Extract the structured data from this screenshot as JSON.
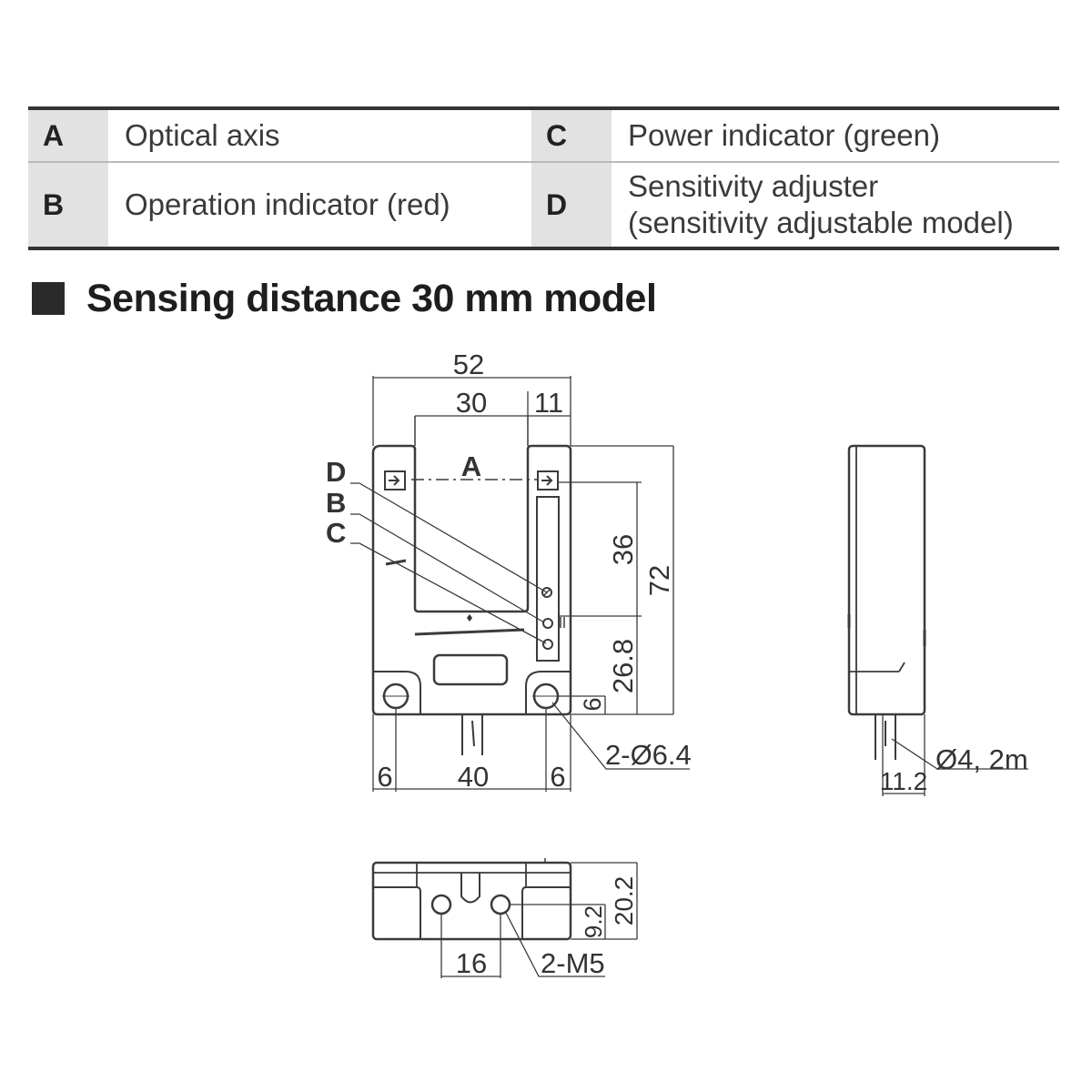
{
  "legend": {
    "rows": [
      {
        "key1": "A",
        "desc1": "Optical axis",
        "key2": "C",
        "desc2": "Power indicator (green)"
      },
      {
        "key1": "B",
        "desc1": "Operation indicator (red)",
        "key2": "D",
        "desc2_line1": "Sensitivity adjuster",
        "desc2_line2": "(sensitivity adjustable model)"
      }
    ]
  },
  "section_title": "Sensing distance 30 mm model",
  "front_view": {
    "dim_overall_width": "52",
    "dim_slot_width": "30",
    "dim_arm_width": "11",
    "dim_overall_height": "72",
    "dim_upper_height": "36",
    "dim_lower_height": "26.8",
    "dim_hole_from_bottom": "6",
    "dim_hole_spacing": "40",
    "dim_left_margin": "6",
    "dim_right_margin": "6",
    "hole_callout": "2-Ø6.4",
    "label_optical_axis": "A",
    "label_sensitivity_adjuster": "D",
    "label_operation_indicator": "B",
    "label_power_indicator": "C"
  },
  "side_view": {
    "cable_callout": "Ø4, 2m",
    "dim_cable_offset": "11.2"
  },
  "bottom_view": {
    "dim_total_height": "20.2",
    "dim_hole_height": "9.2",
    "dim_hole_spacing": "16",
    "thread_callout": "2-M5"
  }
}
